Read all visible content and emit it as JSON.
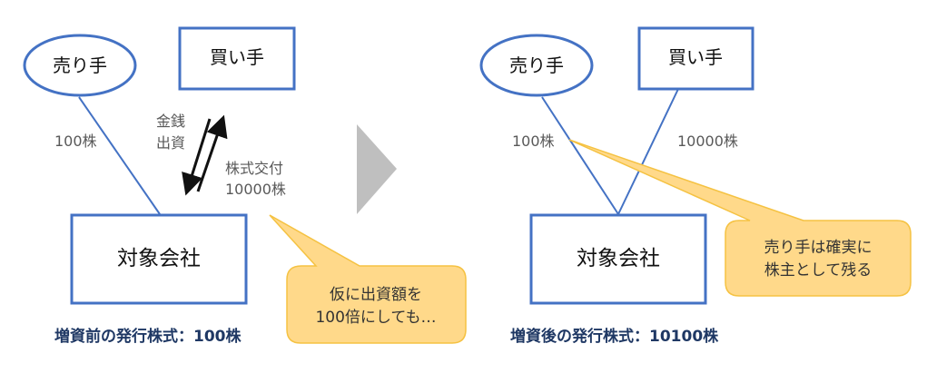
{
  "colors": {
    "shape_stroke": "#4472c4",
    "callout_fill": "#ffd98a",
    "callout_stroke": "#f5c242",
    "caption": "#1f3864",
    "next_arrow": "#bfbfbf"
  },
  "before": {
    "seller": "売り手",
    "buyer": "買い手",
    "company": "対象会社",
    "seller_shares": "100株",
    "money_label_1": "金銭",
    "money_label_2": "出資",
    "issue_label_1": "株式交付",
    "issue_label_2": "10000株",
    "callout_1": "仮に出資額を",
    "callout_2": "100倍にしても…",
    "caption": "増資前の発行株式：100株"
  },
  "after": {
    "seller": "売り手",
    "buyer": "買い手",
    "company": "対象会社",
    "seller_shares": "100株",
    "buyer_shares": "10000株",
    "callout_1": "売り手は確実に",
    "callout_2": "株主として残る",
    "caption": "増資後の発行株式：10100株"
  }
}
